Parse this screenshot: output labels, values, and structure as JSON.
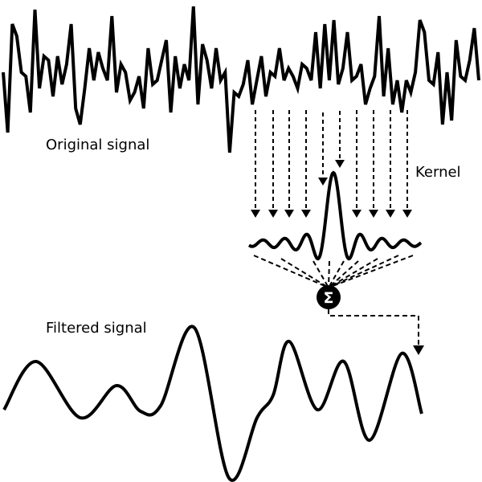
{
  "labels": {
    "original": "Original signal",
    "kernel": "Kernel",
    "filtered": "Filtered signal",
    "sum_symbol": "Σ"
  },
  "colors": {
    "ink": "#000000",
    "background": "#ffffff"
  }
}
